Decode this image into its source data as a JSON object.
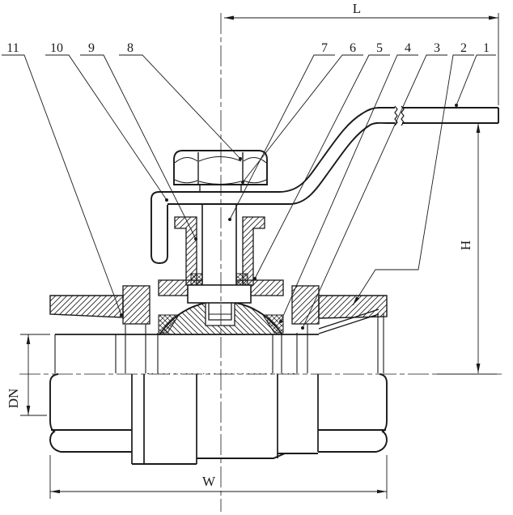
{
  "drawing": {
    "subject": "ball-valve-cross-section"
  },
  "colors": {
    "line": "#1a1a1a",
    "background": "#ffffff"
  },
  "dimensions": {
    "length_label": "L",
    "height_label": "H",
    "width_label": "W",
    "bore_label": "DN"
  },
  "callouts": [
    "1",
    "2",
    "3",
    "4",
    "5",
    "6",
    "7",
    "8",
    "9",
    "10",
    "11"
  ]
}
